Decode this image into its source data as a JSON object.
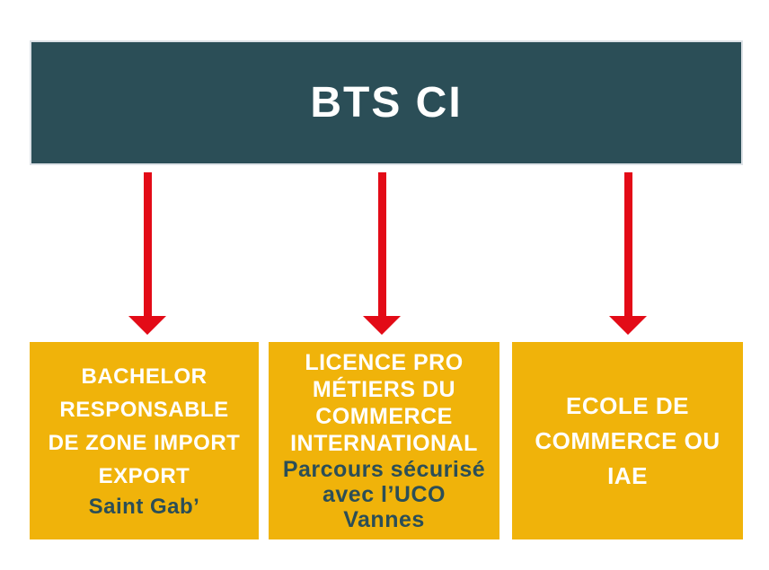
{
  "colors": {
    "teal": "#2B4E57",
    "yellow": "#F0B30A",
    "red": "#E30B17",
    "white": "#FFFFFF",
    "header_border": "#DCE1E6",
    "page_bg": "#FFFFFF"
  },
  "header": {
    "title": "BTS CI"
  },
  "arrows": {
    "count": 3,
    "direction": "down"
  },
  "boxes": [
    {
      "id": "bachelor",
      "title_lines": [
        "BACHELOR",
        "RESPONSABLE",
        "DE ZONE IMPORT",
        "EXPORT"
      ],
      "subtitle_lines": [
        "Saint Gab’"
      ]
    },
    {
      "id": "licence-pro",
      "title_lines": [
        "LICENCE PRO",
        "MÉTIERS DU",
        "COMMERCE",
        "INTERNATIONAL"
      ],
      "subtitle_lines": [
        "Parcours sécurisé",
        "avec l’UCO",
        "Vannes"
      ]
    },
    {
      "id": "ecole-commerce",
      "title_lines": [
        "ECOLE DE",
        "COMMERCE OU",
        "IAE"
      ],
      "subtitle_lines": []
    }
  ]
}
